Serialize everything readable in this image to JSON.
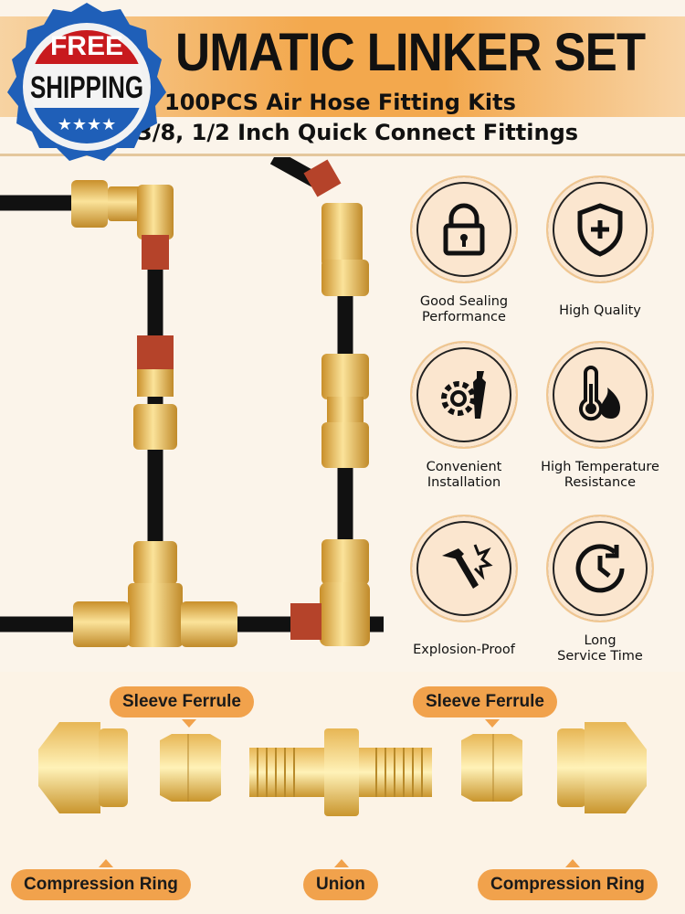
{
  "header": {
    "title": "UMATIC LINKER SET",
    "subtitle_1": "100PCS Air Hose Fitting Kits",
    "subtitle_2": "3/8, 1/2 Inch Quick Connect Fittings"
  },
  "badge": {
    "line1": "FREE",
    "line2": "SHIPPING",
    "stars": "★★★★"
  },
  "features": [
    {
      "icon": "lock-icon",
      "label_1": "Good Sealing",
      "label_2": "Performance"
    },
    {
      "icon": "shield-plus-icon",
      "label_1": "High Quality",
      "label_2": ""
    },
    {
      "icon": "gear-wrench-icon",
      "label_1": "Convenient",
      "label_2": "Installation"
    },
    {
      "icon": "thermometer-flame-icon",
      "label_1": "High Temperature",
      "label_2": "Resistance"
    },
    {
      "icon": "hammer-burst-icon",
      "label_1": "Explosion-Proof",
      "label_2": ""
    },
    {
      "icon": "clock-icon",
      "label_1": "Long",
      "label_2": "Service Time"
    }
  ],
  "parts": {
    "sleeve_ferrule_left": "Sleeve Ferrule",
    "sleeve_ferrule_right": "Sleeve Ferrule",
    "compression_ring_left": "Compression Ring",
    "union": "Union",
    "compression_ring_right": "Compression Ring"
  },
  "colors": {
    "accent": "#f1a24c",
    "brass": "#e8b84a",
    "hose": "#111111",
    "badge_blue": "#1f5fb8",
    "badge_red": "#c81a1e"
  }
}
